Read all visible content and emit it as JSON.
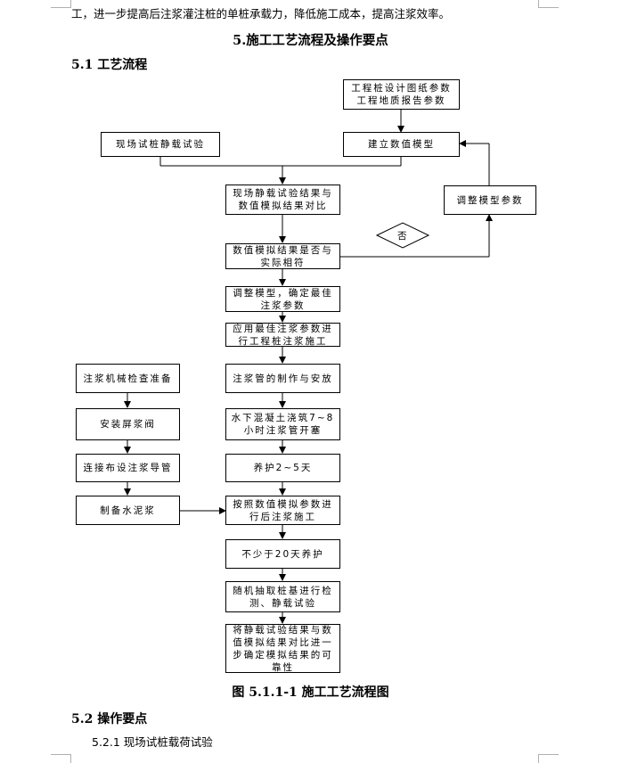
{
  "doc": {
    "top_line": "工，进一步提高后注浆灌注桩的单桩承载力，降低施工成本，提高注浆效率。",
    "section_title": "5.施工工艺流程及操作要点",
    "sub1": "5.1 工艺流程",
    "caption": "图 5.1.1-1 施工工艺流程图",
    "sub2": "5.2 操作要点",
    "body_line": "5.2.1 现场试桩载荷试验"
  },
  "flow": {
    "design": "工程桩设计图纸参数\n工程地质报告参数",
    "model": "建立数值模型",
    "field_test": "现场试桩静载试验",
    "compare": "现场静载试验结果与\n数值模拟结果对比",
    "adjust_params": "调整模型参数",
    "decision": "否",
    "match": "数值模拟结果是否与\n实际相符",
    "optimal": "调整模型，确定最佳\n注浆参数",
    "apply": "应用最佳注浆参数进\n行工程桩注浆施工",
    "pipe": "注浆管的制作与安放",
    "pour": "水下混凝土浇筑7~8\n小时注浆管开塞",
    "cure1": "养护2~5天",
    "grout_sim": "按照数值模拟参数进\n行后注浆施工",
    "cure2": "不少于20天养护",
    "sample": "随机抽取桩基进行检\n测、静载试验",
    "final": "将静载试验结果与数\n值模拟结果对比进一\n步确定模拟结果的可\n靠性",
    "l1": "注浆机械检查准备",
    "l2": "安装屏浆阀",
    "l3": "连接布设注浆导管",
    "l4": "制备水泥浆"
  }
}
